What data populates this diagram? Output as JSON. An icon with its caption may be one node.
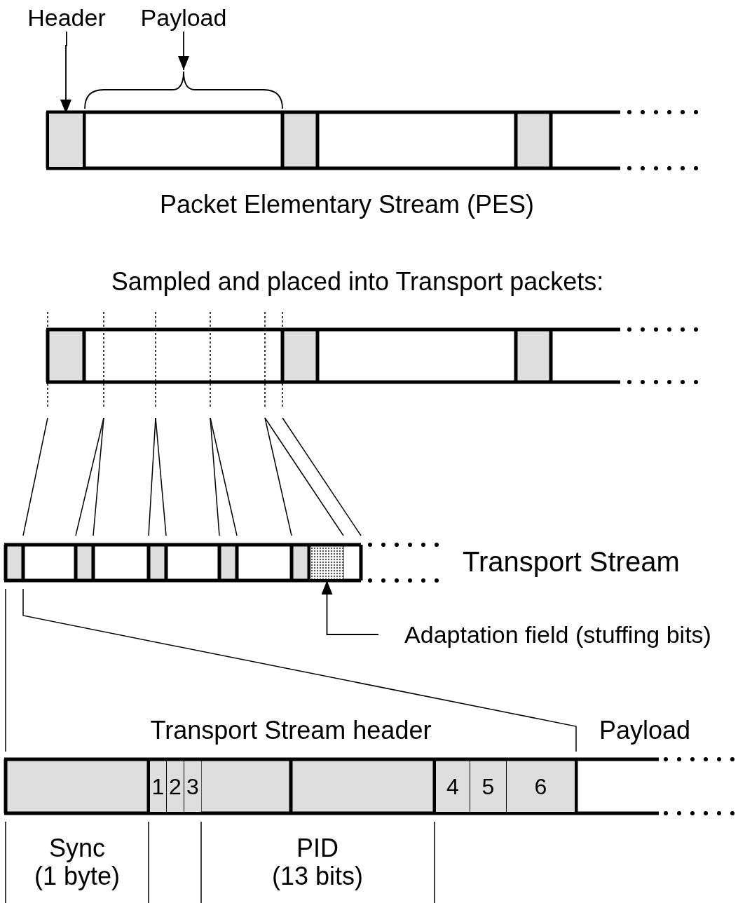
{
  "diagram": {
    "nodes": [
      {
        "text": [
          "Header"
        ]
      },
      {
        "text": [],
        "shape": "box"
      },
      {
        "text": [
          "Payload"
        ]
      },
      {
        "text": [],
        "shape": "brace"
      },
      {
        "text": [
          "Adaptation field (stuffing bits)"
        ]
      },
      {
        "text": [],
        "shape": "box"
      },
      {
        "text": [
          "1"
        ]
      },
      {
        "text": [
          "2"
        ]
      },
      {
        "text": [
          "3"
        ]
      },
      {
        "text": [
          "4"
        ]
      },
      {
        "text": [
          "5"
        ]
      },
      {
        "text": [
          "6"
        ]
      }
    ],
    "edges": [
      {
        "from": 0,
        "to": 1,
        "arrow": "to"
      },
      {
        "from": 2,
        "to": 3,
        "arrow": "to"
      },
      {
        "from": 4,
        "to": 5,
        "arrow": "to"
      }
    ],
    "labels": [
      "Packet Elementary Stream (PES)",
      "Sampled and placed into Transport packets:",
      "Transport Stream",
      "Transport Stream header",
      "Payload",
      "Sync (1 byte)",
      "PID (13 bits)"
    ]
  }
}
